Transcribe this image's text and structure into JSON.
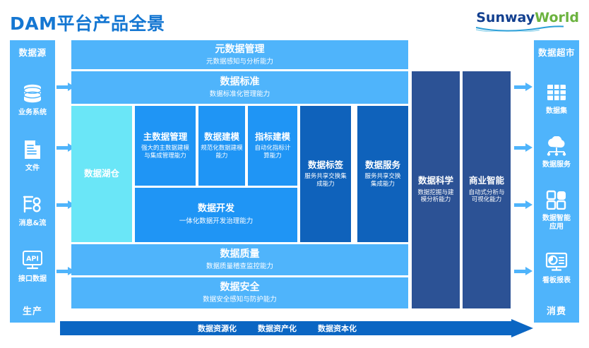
{
  "header": {
    "title": "DAM平台产品全景",
    "logo": {
      "primary": "Sunway",
      "secondary": "World"
    }
  },
  "colors": {
    "title_blue": "#1577d2",
    "light_blue": "#4fb4fb",
    "medium_blue": "#1f95f5",
    "cyan": "#6ae6f7",
    "deep_blue": "#0f62bb",
    "navy": "#2c5295",
    "arrow_blue": "#0b66c3",
    "logo_green": "#6cb33f",
    "logo_navy": "#123f8f"
  },
  "left_column": {
    "heading": "数据源",
    "footer": "生产",
    "items": [
      {
        "label": "业务系统",
        "icon": "database-icon"
      },
      {
        "label": "文件",
        "icon": "document-icon"
      },
      {
        "label": "消息&流",
        "icon": "stream-icon"
      },
      {
        "label": "接口数据",
        "icon": "api-icon"
      }
    ]
  },
  "right_column": {
    "heading": "数据超市",
    "footer": "消费",
    "items": [
      {
        "label": "数据集",
        "icon": "grid-icon"
      },
      {
        "label": "数据服务",
        "icon": "cloud-service-icon"
      },
      {
        "label": "数据智能\n应用",
        "icon": "blocks-icon"
      },
      {
        "label": "看板报表",
        "icon": "dashboard-icon"
      }
    ]
  },
  "panels": {
    "metadata": {
      "title": "元数据管理",
      "subtitle": "元数据感知与分析能力"
    },
    "standard": {
      "title": "数据标准",
      "subtitle": "数据标准化管理能力"
    },
    "lakehouse": {
      "title": "数据湖仓",
      "subtitle": ""
    },
    "master_data": {
      "title": "主数据管理",
      "subtitle": "强大的主数据建模\n与集成管理能力"
    },
    "data_modeling": {
      "title": "数据建模",
      "subtitle": "规范化数据建模\n能力"
    },
    "metric_model": {
      "title": "指标建模",
      "subtitle": "自动化指标计\n算能力"
    },
    "data_dev": {
      "title": "数据开发",
      "subtitle": "一体化数据开发治理能力"
    },
    "data_tag": {
      "title": "数据标签",
      "subtitle": "服务共享交换集\n成能力"
    },
    "data_service": {
      "title": "数据服务",
      "subtitle": "服务共享交换\n集成能力"
    },
    "data_science": {
      "title": "数据科学",
      "subtitle": "数据挖掘与建\n模分析能力"
    },
    "bi": {
      "title": "商业智能",
      "subtitle": "自动式分析与\n可视化能力"
    },
    "quality": {
      "title": "数据质量",
      "subtitle": "数据质量稽查监控能力"
    },
    "security": {
      "title": "数据安全",
      "subtitle": "数据安全感知与防护能力"
    }
  },
  "flow_bar": {
    "stages": [
      "数据资源化",
      "数据资产化",
      "数据资本化"
    ]
  }
}
